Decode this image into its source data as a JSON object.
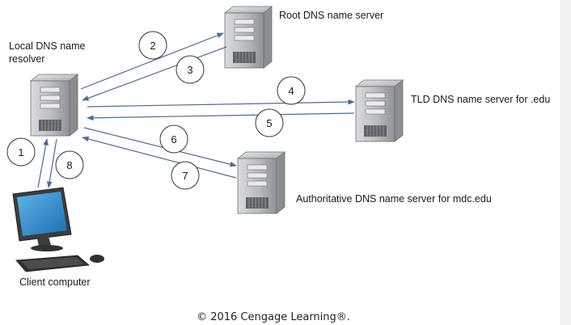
{
  "nodes": {
    "local_resolver": {
      "label_line1": "Local DNS name",
      "label_line2": "resolver"
    },
    "root_server": {
      "label": "Root DNS name server"
    },
    "tld_server": {
      "label": "TLD DNS name server for .edu"
    },
    "auth_server": {
      "label": "Authoritative DNS name server for mdc.edu"
    },
    "client": {
      "label": "Client computer"
    }
  },
  "steps": [
    {
      "id": "1",
      "from": "client",
      "to": "local_resolver"
    },
    {
      "id": "2",
      "from": "local_resolver",
      "to": "root_server"
    },
    {
      "id": "3",
      "from": "root_server",
      "to": "local_resolver"
    },
    {
      "id": "4",
      "from": "local_resolver",
      "to": "tld_server"
    },
    {
      "id": "5",
      "from": "tld_server",
      "to": "local_resolver"
    },
    {
      "id": "6",
      "from": "local_resolver",
      "to": "auth_server"
    },
    {
      "id": "7",
      "from": "auth_server",
      "to": "local_resolver"
    },
    {
      "id": "8",
      "from": "local_resolver",
      "to": "client"
    }
  ],
  "colors": {
    "arrow": "#4a6d96",
    "server_body": "#b9bcc0",
    "screen": "#2a86c8"
  },
  "footer": {
    "copyright": "© 2016 Cengage Learning®."
  }
}
